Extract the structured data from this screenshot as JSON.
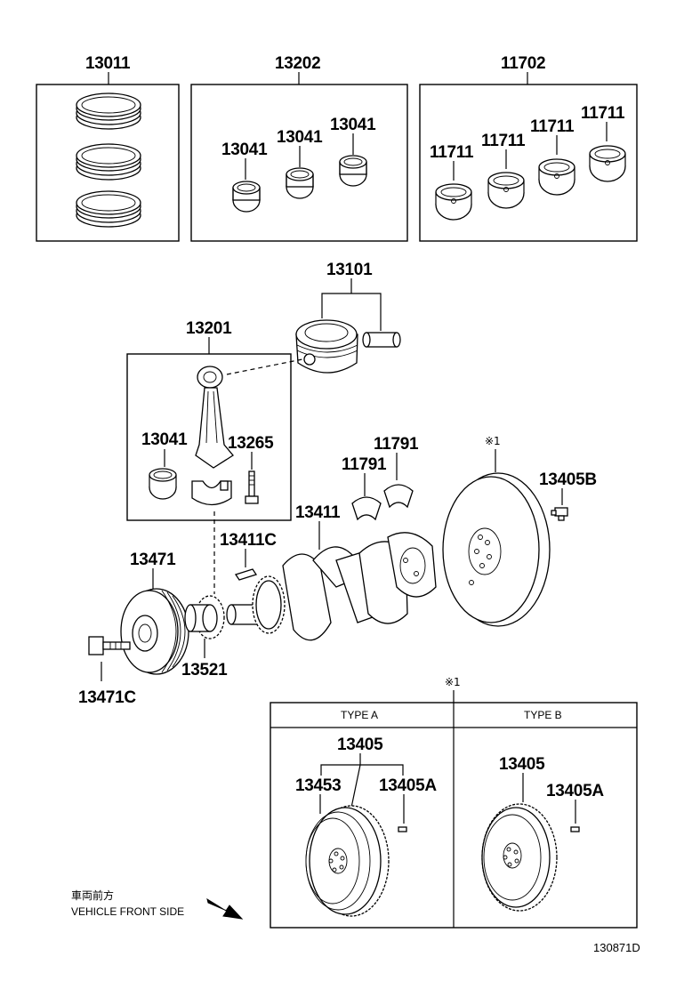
{
  "labels": {
    "piston_ring_set": "13011",
    "con_rod_bearing_set": "13202",
    "main_bearing_set": "11702",
    "con_rod_bearing_1": "13041",
    "con_rod_bearing_2": "13041",
    "con_rod_bearing_3": "13041",
    "main_bearing_1": "11711",
    "main_bearing_2": "11711",
    "main_bearing_3": "11711",
    "main_bearing_4": "11711",
    "piston": "13101",
    "connecting_rod": "13201",
    "con_rod_bearing_rod": "13041",
    "con_rod_bolt": "13265",
    "thrust_washer_1": "11791",
    "thrust_washer_2": "11791",
    "flywheel_mark": "※1",
    "flywheel_bolt": "13405B",
    "crankshaft": "13411",
    "crankshaft_key": "13411C",
    "pulley": "13471",
    "sprocket": "13521",
    "pulley_bolt": "13471C"
  },
  "detail_table": {
    "mark": "※1",
    "type_a": {
      "header": "TYPE A",
      "flywheel": "13405",
      "ring_gear": "13453",
      "pin": "13405A"
    },
    "type_b": {
      "header": "TYPE B",
      "flywheel": "13405",
      "pin": "13405A"
    }
  },
  "direction_note": {
    "line1": "車両前方",
    "line2": "VEHICLE FRONT SIDE"
  },
  "diagram_id": "130871D"
}
